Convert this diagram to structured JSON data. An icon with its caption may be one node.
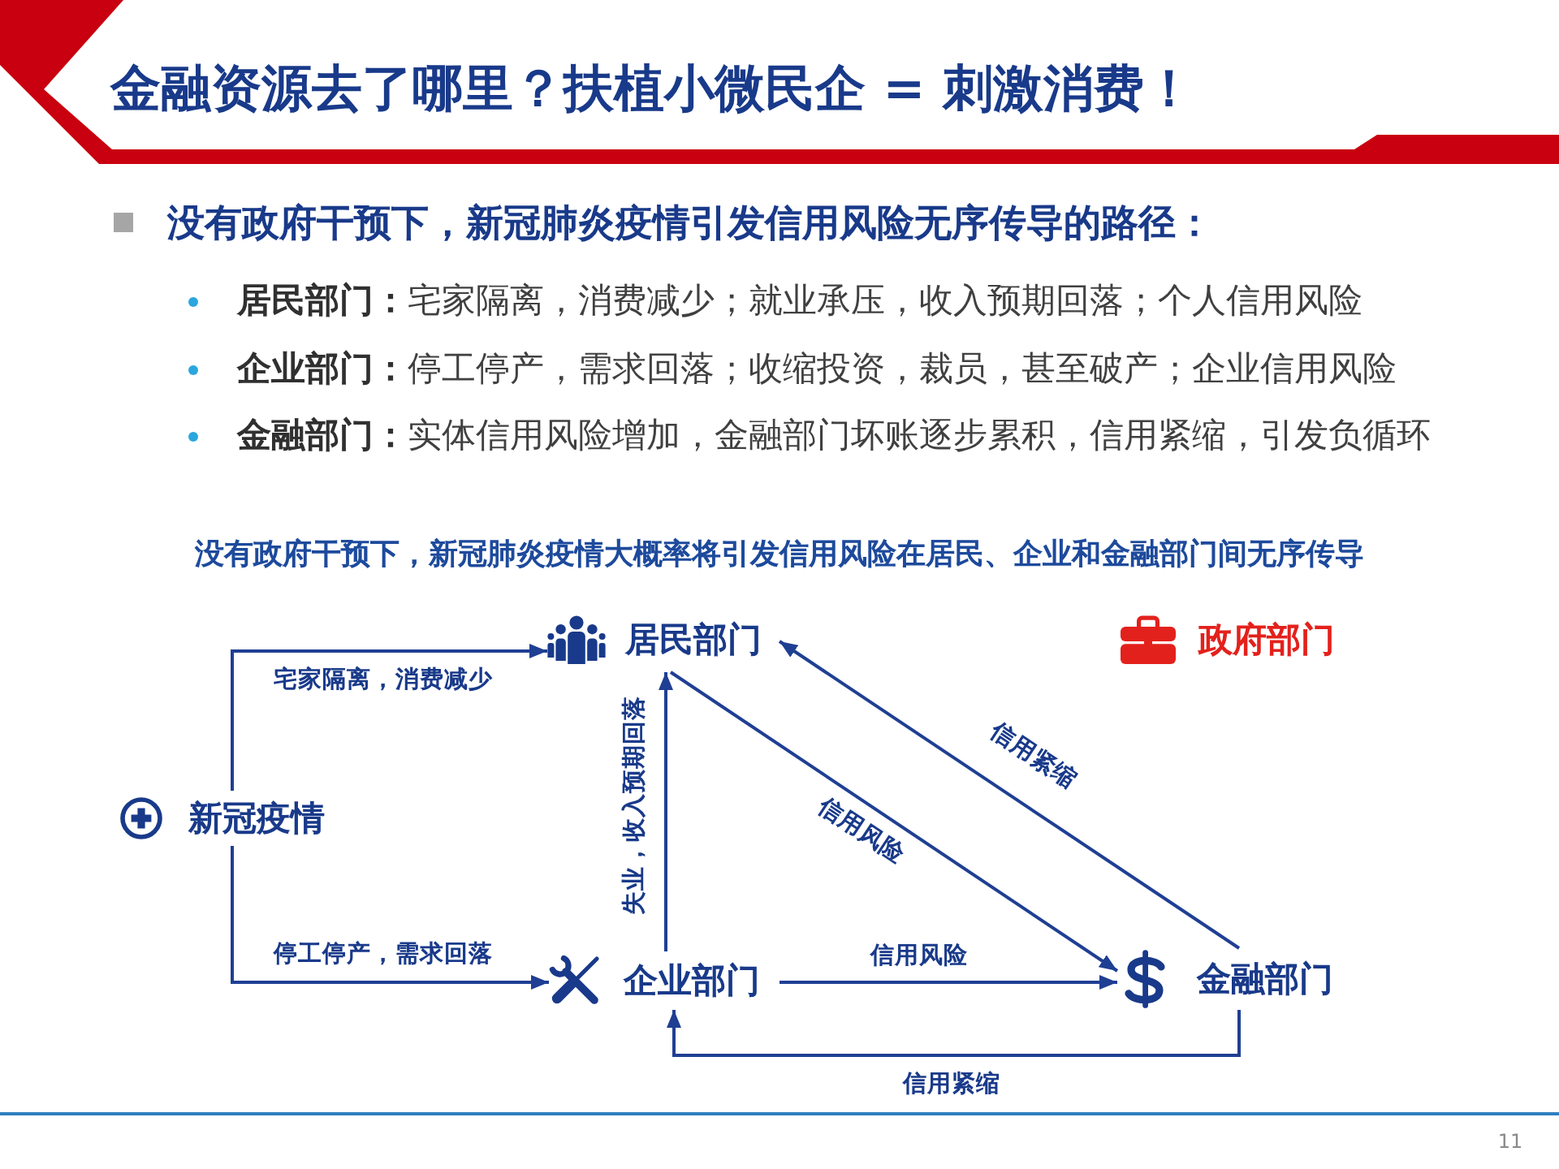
{
  "diagram": {
    "title": "金融资源去了哪里？扶植小微民企 = 刺激消费！",
    "nodes": [
      {
        "text": [
          "新冠疫情"
        ]
      },
      {
        "text": [
          "居民部门"
        ]
      },
      {
        "text": [
          "企业部门"
        ]
      },
      {
        "text": [
          "金融部门"
        ]
      },
      {
        "text": [
          "政府部门"
        ]
      }
    ],
    "edges": [
      {
        "from": 0,
        "to": 1,
        "arrow": "to",
        "label": "宅家隔离，消费减少"
      },
      {
        "from": 0,
        "to": 2,
        "arrow": "to",
        "label": "停工停产，需求回落"
      },
      {
        "from": 2,
        "to": 1,
        "arrow": "to",
        "label": "失业，收入预期回落"
      },
      {
        "from": 1,
        "to": 3,
        "arrow": "to",
        "label": "信用风险"
      },
      {
        "from": 2,
        "to": 3,
        "arrow": "to",
        "label": "信用风险"
      },
      {
        "from": 3,
        "to": 1,
        "arrow": "to",
        "label": "信用紧缩"
      },
      {
        "from": 3,
        "to": 2,
        "arrow": "to",
        "label": "信用紧缩"
      }
    ],
    "labels": [
      "没有政府干预下，新冠肺炎疫情引发信用风险无序传导的路径：",
      "**居民部门：**宅家隔离，消费减少；就业承压，收入预期回落；个人信用风险",
      "**企业部门：**停工停产，需求回落；收缩投资，裁员，甚至破产；企业信用风险",
      "**金融部门：**实体信用风险增加，金融部门坏账逐步累积，信用紧缩，引发负循环",
      "没有政府干预下，新冠肺炎疫情大概率将引发信用风险在居民、企业和金融部门间无序传导",
      "11"
    ]
  }
}
